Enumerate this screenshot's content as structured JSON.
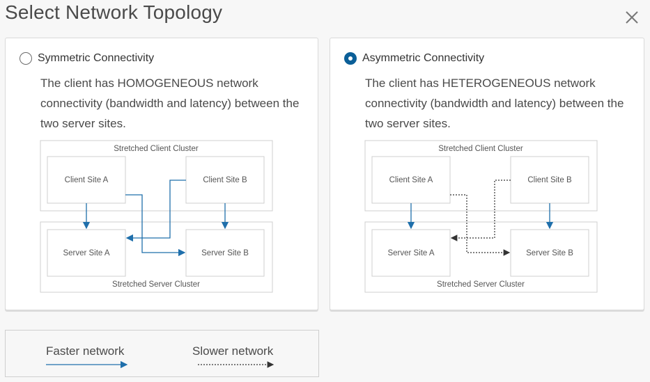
{
  "dialog": {
    "title": "Select Network Topology"
  },
  "options": [
    {
      "label": "Symmetric Connectivity",
      "selected": false,
      "description": "The client has HOMOGENEOUS network connectivity (bandwidth and latency) between the two server sites."
    },
    {
      "label": "Asymmetric Connectivity",
      "selected": true,
      "description": "The client has HETEROGENEOUS network connectivity (bandwidth and latency) between the two server sites."
    }
  ],
  "diagram": {
    "client_cluster": "Stretched Client Cluster",
    "server_cluster": "Stretched Server Cluster",
    "client_site_a": "Client Site A",
    "client_site_b": "Client Site B",
    "server_site_a": "Server Site A",
    "server_site_b": "Server Site B"
  },
  "legend": {
    "faster": "Faster network",
    "slower": "Slower network"
  },
  "colors": {
    "accent": "#0b5f98",
    "line_fast": "#1f6fab",
    "line_slow": "#333333"
  },
  "icons": {
    "close": "close-icon",
    "radio_checked": "radio-checked-icon",
    "radio_unchecked": "radio-unchecked-icon"
  }
}
